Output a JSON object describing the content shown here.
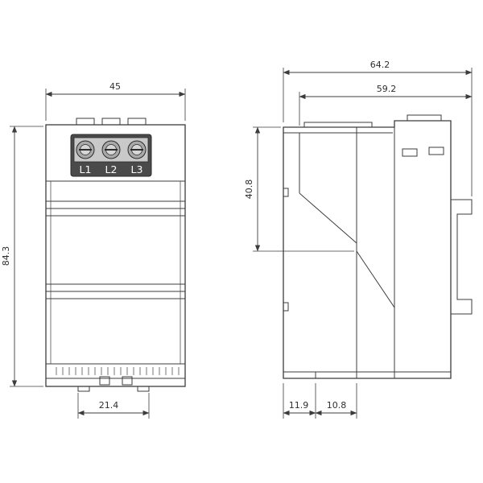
{
  "drawing": {
    "type": "technical-dimension-drawing",
    "views": {
      "front": {
        "terminal_labels": [
          "L1",
          "L2",
          "L3"
        ],
        "dimensions": {
          "width": "45",
          "height": "84.3",
          "foot_width": "21.4"
        }
      },
      "side": {
        "dimensions": {
          "overall_depth": "64.2",
          "body_depth": "59.2",
          "front_height": "40.8",
          "foot_left": "11.9",
          "foot_right": "10.8"
        }
      }
    },
    "colors": {
      "line": "#3c3c3c",
      "terminal_block": "#4a4a4a",
      "terminal_panel": "#c9c9c9",
      "screw": "#a8a8a8",
      "terminal_label_text": "#ffffff",
      "background": "#ffffff"
    }
  }
}
